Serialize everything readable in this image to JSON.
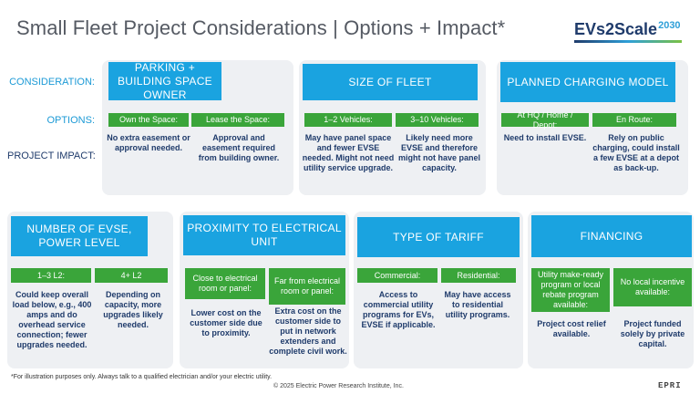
{
  "title": "Small Fleet Project Considerations | Options + Impact*",
  "logo": {
    "text": "EVs2Scale",
    "year": "2030"
  },
  "row_labels": {
    "consideration": "CONSIDERATION:",
    "options": "OPTIONS:",
    "impact": "PROJECT IMPACT:"
  },
  "panels": [
    {
      "heading": "PARKING + BUILDING SPACE OWNER",
      "options": [
        {
          "label": "Own the Space:",
          "impact": "No extra easement or approval needed."
        },
        {
          "label": "Lease the Space:",
          "impact": "Approval and easement required from building owner."
        }
      ]
    },
    {
      "heading": "SIZE OF FLEET",
      "options": [
        {
          "label": "1–2 Vehicles:",
          "impact": "May have panel space and fewer EVSE needed. Might not need utility service upgrade."
        },
        {
          "label": "3–10 Vehicles:",
          "impact": "Likely need more EVSE and therefore might not have panel capacity."
        }
      ]
    },
    {
      "heading": "PLANNED CHARGING MODEL",
      "options": [
        {
          "label": "At HQ / Home / Depot:",
          "impact": "Need to install EVSE."
        },
        {
          "label": "En Route:",
          "impact": "Rely on public charging, could install a few EVSE at a depot as back-up."
        }
      ]
    },
    {
      "heading": "NUMBER OF EVSE, POWER LEVEL",
      "options": [
        {
          "label": "1–3 L2:",
          "impact": "Could keep overall load below, e.g., 400 amps and do overhead service connection; fewer upgrades needed."
        },
        {
          "label": "4+ L2",
          "impact": "Depending on capacity, more upgrades likely needed."
        }
      ]
    },
    {
      "heading": "PROXIMITY TO ELECTRICAL UNIT",
      "options": [
        {
          "label": "Close to electrical room or panel:",
          "impact": "Lower cost on the customer side due to proximity."
        },
        {
          "label": "Far from electrical room or panel:",
          "impact": "Extra cost on the customer side to put in network extenders and complete civil work."
        }
      ]
    },
    {
      "heading": "TYPE OF TARIFF",
      "options": [
        {
          "label": "Commercial:",
          "impact": "Access to commercial utility programs for EVs, EVSE if applicable."
        },
        {
          "label": "Residential:",
          "impact": "May have access to residential utility programs."
        }
      ]
    },
    {
      "heading": "FINANCING",
      "options": [
        {
          "label": "Utility make-ready program or local rebate program available:",
          "impact": "Project cost relief available."
        },
        {
          "label": "No local incentive available:",
          "impact": "Project funded solely by private capital."
        }
      ]
    }
  ],
  "footnote": "*For illustration purposes only. Always talk to a qualified electrician and/or your electric utility.",
  "copyright": "© 2025 Electric Power Research Institute, Inc.",
  "brand": "EPRI"
}
